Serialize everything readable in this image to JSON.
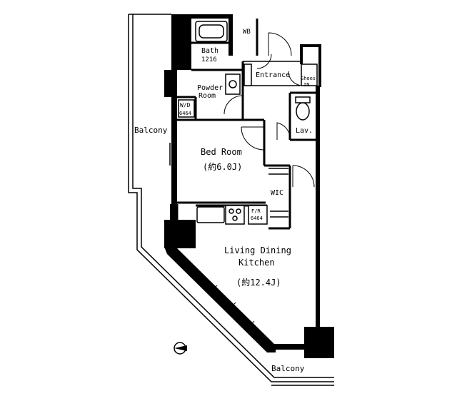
{
  "rooms": {
    "wb": "WB",
    "bath": "Bath",
    "bath_sub": "1216",
    "entrance": "Entrance",
    "shoes": "Shoes",
    "shoes_sub": "IN",
    "powder_1": "Powder",
    "powder_2": "Room",
    "wd": "W/D",
    "wd_sub": "6464",
    "lav": "Lav.",
    "balcony_west": "Balcony",
    "bedroom": "Bed Room",
    "bedroom_size": "(約6.0J)",
    "wic": "WIC",
    "ldk_1": "Living Dining",
    "ldk_2": "Kitchen",
    "ldk_size": "(約12.4J)",
    "fr": "F/R",
    "fr_sub": "6464",
    "balcony_south": "Balcony"
  },
  "icons": {
    "north": "north-arrow-icon"
  }
}
